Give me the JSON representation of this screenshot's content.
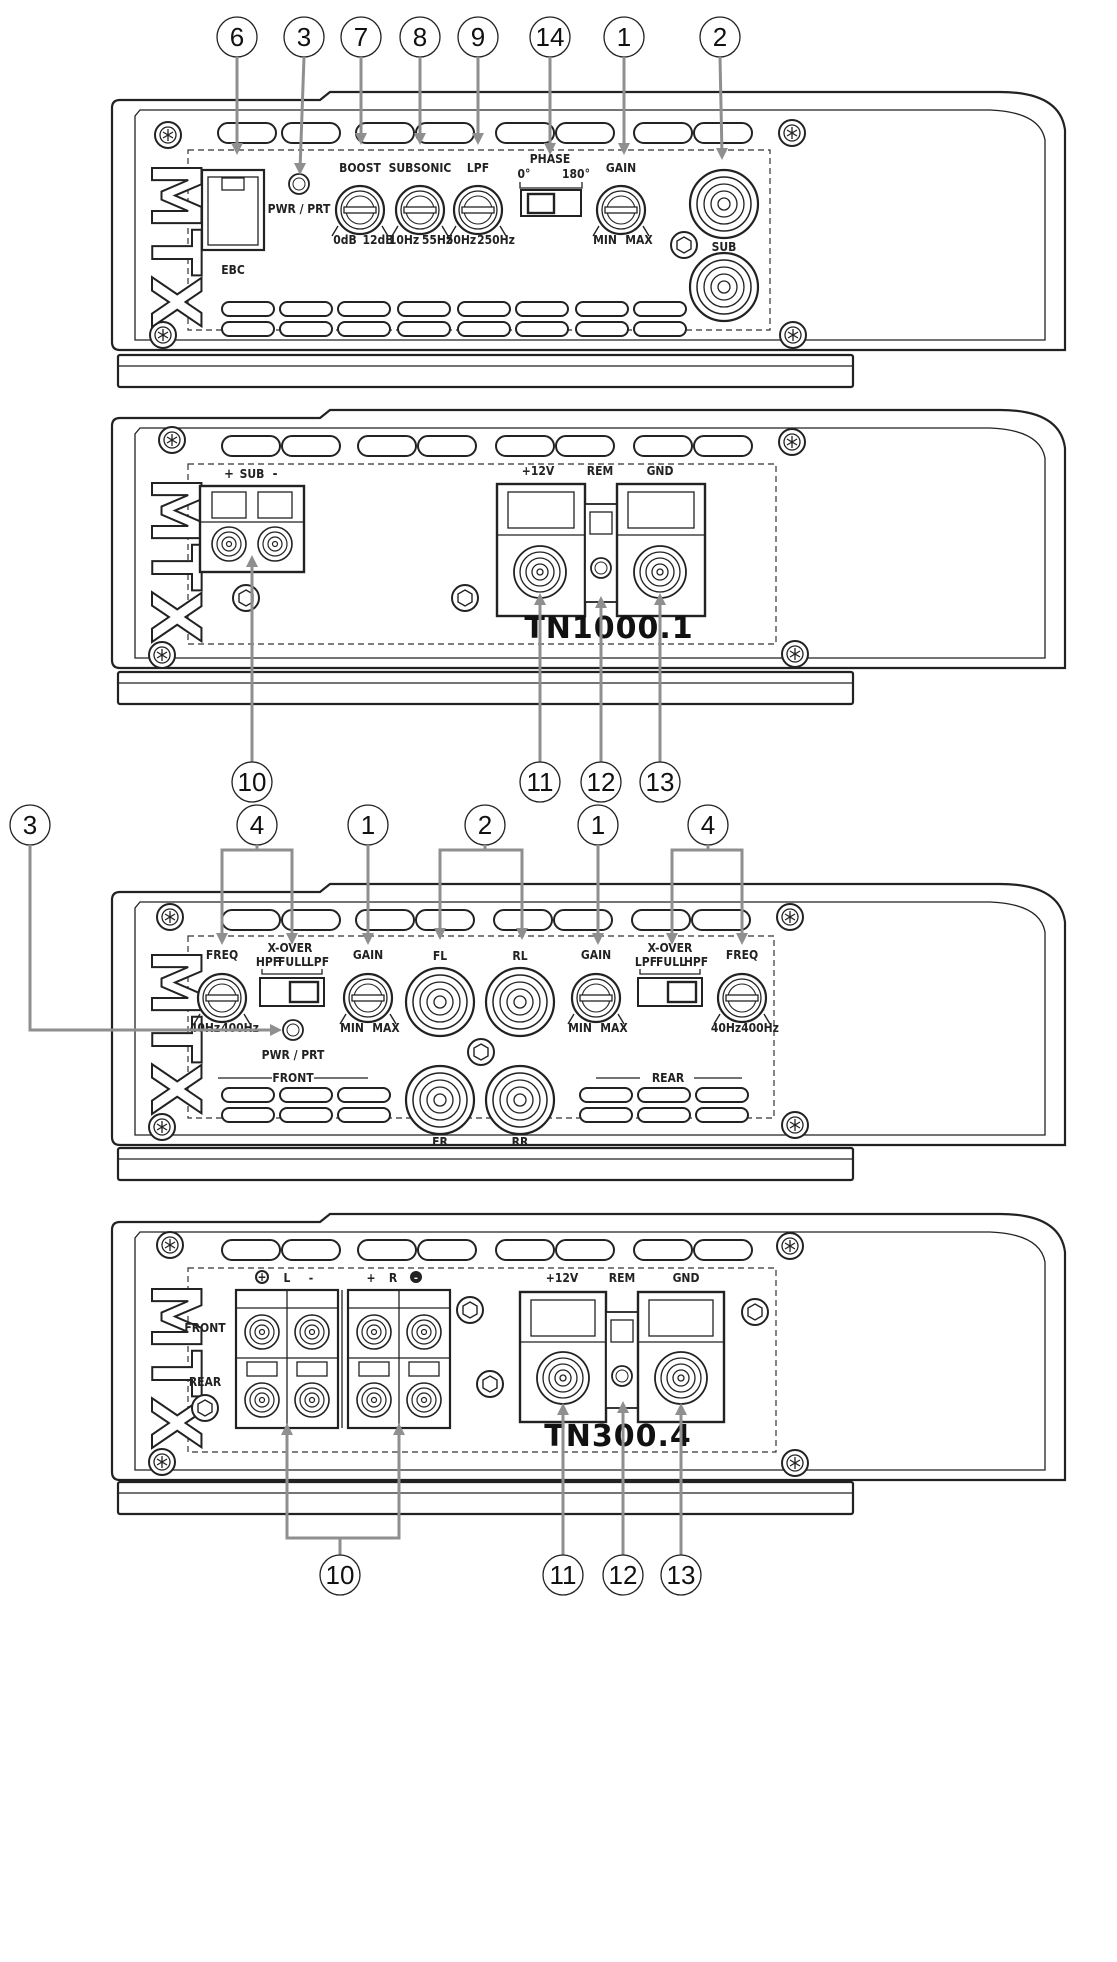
{
  "brand_logo": "MTX",
  "callout_colors": {
    "arrow": "#8f8f8f",
    "ink": "#222222"
  },
  "panel1": {
    "callouts": [
      "6",
      "3",
      "7",
      "8",
      "9",
      "14",
      "1",
      "2"
    ],
    "ebc_label": "EBC",
    "led_label": "PWR / PRT",
    "boost": {
      "title": "BOOST",
      "min": "0dB",
      "max": "12dB"
    },
    "subsonic": {
      "title": "SUBSONIC",
      "min": "10Hz",
      "max": "55Hz"
    },
    "lpf": {
      "title": "LPF",
      "min": "50Hz",
      "max": "250Hz"
    },
    "phase": {
      "title": "PHASE",
      "left": "0°",
      "right": "180°"
    },
    "gain": {
      "title": "GAIN",
      "min": "MIN",
      "max": "MAX"
    },
    "sub_label": "SUB"
  },
  "panel2": {
    "speaker_header": {
      "plus": "+",
      "label": "SUB",
      "minus": "-"
    },
    "power_labels": {
      "v12": "+12V",
      "rem": "REM",
      "gnd": "GND"
    },
    "model": "TN1000.1",
    "callouts": [
      "10",
      "11",
      "12",
      "13"
    ]
  },
  "panel3": {
    "callouts": [
      "3",
      "4",
      "1",
      "2",
      "1",
      "4"
    ],
    "left_freq": {
      "title": "FREQ",
      "min": "40Hz",
      "max": "400Hz"
    },
    "left_xover": {
      "title": "X-OVER",
      "a": "HPF",
      "b": "FULL",
      "c": "LPF"
    },
    "left_gain": {
      "title": "GAIN",
      "min": "MIN",
      "max": "MAX"
    },
    "led_label": "PWR / PRT",
    "front_label": "FRONT",
    "inputs": {
      "fl": "FL",
      "rl": "RL",
      "fr": "FR",
      "rr": "RR"
    },
    "right_gain": {
      "title": "GAIN",
      "min": "MIN",
      "max": "MAX"
    },
    "right_xover": {
      "title": "X-OVER",
      "a": "LPF",
      "b": "FULL",
      "c": "HPF"
    },
    "right_freq": {
      "title": "FREQ",
      "min": "40Hz",
      "max": "400Hz"
    },
    "rear_label": "REAR"
  },
  "panel4": {
    "speaker_header": {
      "l_plus": "+",
      "l": "L",
      "l_minus": "-",
      "r_plus": "+",
      "r": "R",
      "r_minus": "-"
    },
    "row_labels": {
      "front": "FRONT",
      "rear": "REAR"
    },
    "power_labels": {
      "v12": "+12V",
      "rem": "REM",
      "gnd": "GND"
    },
    "model": "TN300.4",
    "callouts": [
      "10",
      "11",
      "12",
      "13"
    ]
  }
}
